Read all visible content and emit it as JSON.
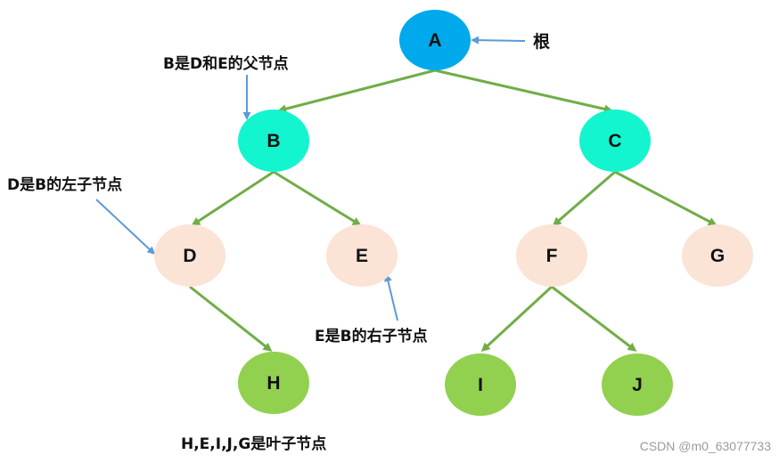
{
  "colors": {
    "root": "#00a8ec",
    "inner": "#13f5cf",
    "peach": "#fbe3d6",
    "leaf": "#92d050",
    "edge": "#70ad47",
    "pointer": "#5b9bd5"
  },
  "nodes": {
    "A": "A",
    "B": "B",
    "C": "C",
    "D": "D",
    "E": "E",
    "F": "F",
    "G": "G",
    "H": "H",
    "I": "I",
    "J": "J"
  },
  "annotations": {
    "root": "根",
    "parent": "B是D和E的父节点",
    "left_child": "D是B的左子节点",
    "right_child": "E是B的右子节点",
    "leaves": "H,E,I,J,G是叶子节点"
  },
  "watermark": "CSDN @m0_63077733"
}
